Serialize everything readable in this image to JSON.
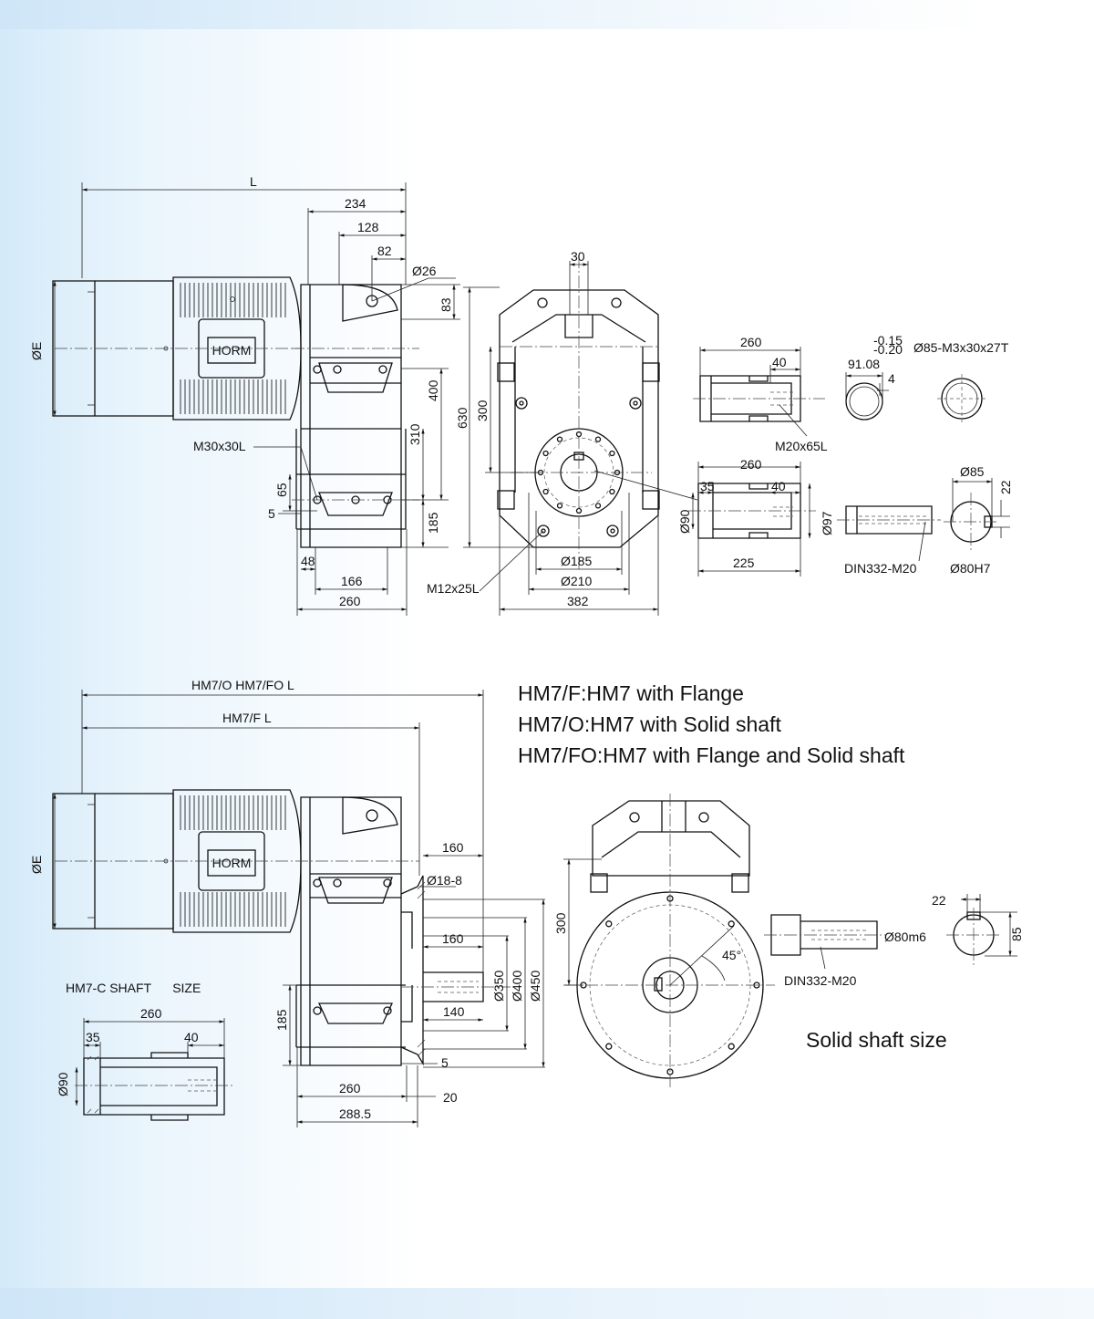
{
  "brand": {
    "motor_label": "HORM"
  },
  "top_view": {
    "length": "L",
    "dia_e": "ØE",
    "d234": "234",
    "d128": "128",
    "d82": "82",
    "d26": "Ø26",
    "d83": "83",
    "d400": "400",
    "d310": "310",
    "d185": "185",
    "d65": "65",
    "d5": "5",
    "d48": "48",
    "d166": "166",
    "d260": "260",
    "thread": "M30x30L"
  },
  "front_view": {
    "d30": "30",
    "d630": "630",
    "d300": "300",
    "d185": "Ø185",
    "d210": "Ø210",
    "d382": "382",
    "thread": "M12x25L"
  },
  "hollow_shaft": {
    "d260": "260",
    "d40": "40",
    "d9108": "91.08",
    "tol_top": "-0.15",
    "tol_bot": "-0.20",
    "d4": "4",
    "spline": "Ø85-M3x30x27T",
    "thread": "M20x65L",
    "d260b": "260",
    "d35": "35",
    "d40b": "40",
    "d90": "Ø90",
    "d97": "Ø97",
    "d225": "225",
    "din": "DIN332-M20",
    "d85": "Ø85",
    "d22": "22",
    "d80": "Ø80H7"
  },
  "flange_view": {
    "l_o": "HM7/O HM7/FO  L",
    "l_f": "HM7/F  L",
    "dia_e": "ØE",
    "d160": "160",
    "d188": "Ø18-8",
    "d160b": "160",
    "d140": "140",
    "d350": "Ø350",
    "d400": "Ø400",
    "d450": "Ø450",
    "d185": "185",
    "d5": "5",
    "d260": "260",
    "d2885": "288.5",
    "d20": "20"
  },
  "legend": {
    "line1": "HM7/F:HM7 with Flange",
    "line2": "HM7/O:HM7 with Solid shaft",
    "line3": "HM7/FO:HM7 with Flange and Solid shaft"
  },
  "flange_front": {
    "d300": "300",
    "angle": "45°"
  },
  "solid_shaft": {
    "d22": "22",
    "d85": "85",
    "d80": "Ø80m6",
    "din": "DIN332-M20",
    "caption": "Solid shaft size"
  },
  "c_shaft": {
    "title": "HM7-C SHAFT      SIZE",
    "d260": "260",
    "d35": "35",
    "d40": "40",
    "d90": "Ø90"
  }
}
